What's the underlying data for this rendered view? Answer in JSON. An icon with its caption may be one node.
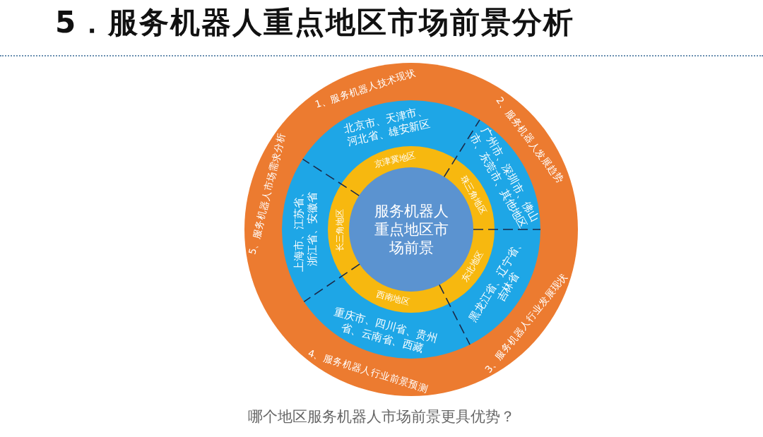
{
  "diagram": {
    "title": "5．服务机器人重点地区市场前景分析",
    "nodes": [
      {
        "text": [
          "服务机器人重点地区市场前景"
        ]
      },
      {
        "text": [
          "京津冀地区"
        ]
      },
      {
        "text": [
          "珠三角地区"
        ]
      },
      {
        "text": [
          "东北地区"
        ]
      },
      {
        "text": [
          "西南地区"
        ]
      },
      {
        "text": [
          "长三角地区"
        ]
      },
      {
        "text": [
          "北京市、天津市、河北省、雄安新区"
        ]
      },
      {
        "text": [
          "广州市、深圳市、佛山市、东莞市、其他地区"
        ]
      },
      {
        "text": [
          "黑龙江省、辽宁省、吉林省"
        ]
      },
      {
        "text": [
          "重庆市、四川省、贵州省、云南省、西藏"
        ]
      },
      {
        "text": [
          "上海市、江苏省、浙江省、安徽省"
        ]
      },
      {
        "text": [
          "1、服务机器人技术现状"
        ]
      },
      {
        "text": [
          "2、服务机器人发展趋势"
        ]
      },
      {
        "text": [
          "3、服务机器人行业发展现状"
        ]
      },
      {
        "text": [
          "4、服务机器人行业前景预测"
        ]
      },
      {
        "text": [
          "5、服务机器人市场需求分析"
        ]
      }
    ],
    "caption": "哪个地区服务机器人市场前景更具优势？"
  }
}
